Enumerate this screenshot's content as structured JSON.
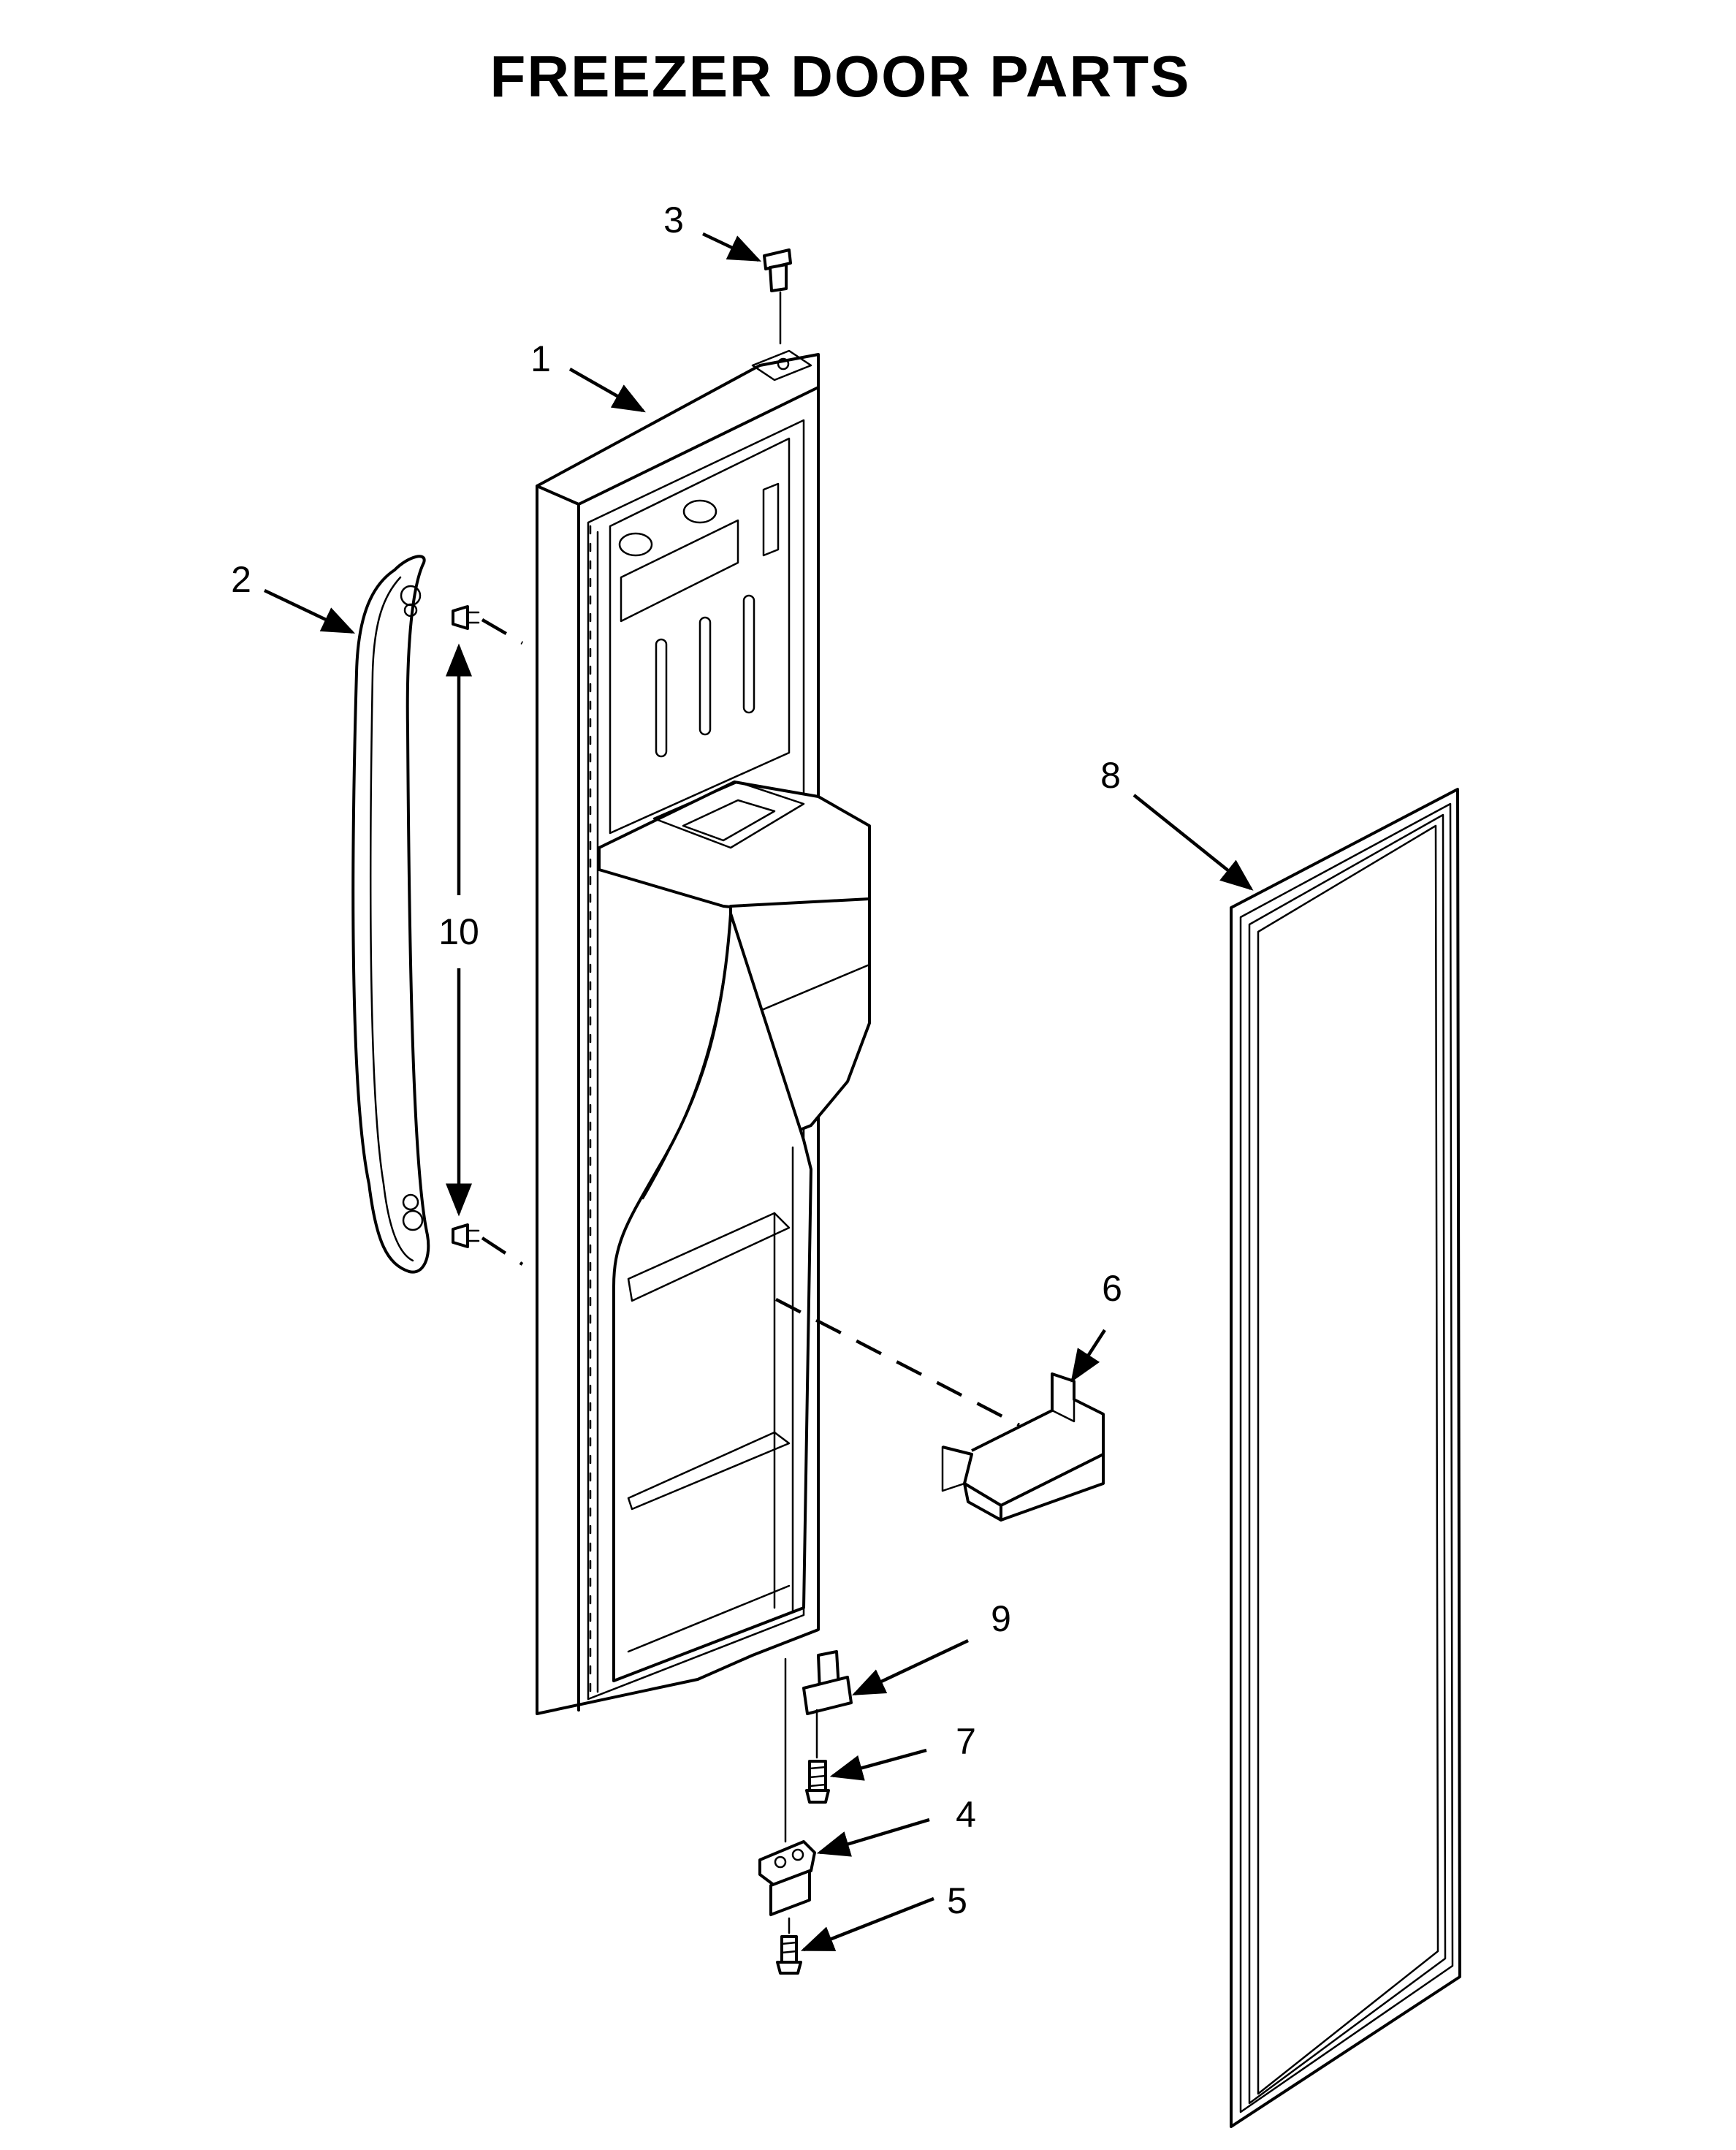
{
  "title": "FREEZER DOOR PARTS",
  "callouts": [
    {
      "id": "1",
      "label": "1"
    },
    {
      "id": "2",
      "label": "2"
    },
    {
      "id": "3",
      "label": "3"
    },
    {
      "id": "4",
      "label": "4"
    },
    {
      "id": "5",
      "label": "5"
    },
    {
      "id": "6",
      "label": "6"
    },
    {
      "id": "7",
      "label": "7"
    },
    {
      "id": "8",
      "label": "8"
    },
    {
      "id": "9",
      "label": "9"
    },
    {
      "id": "10",
      "label": "10"
    }
  ]
}
